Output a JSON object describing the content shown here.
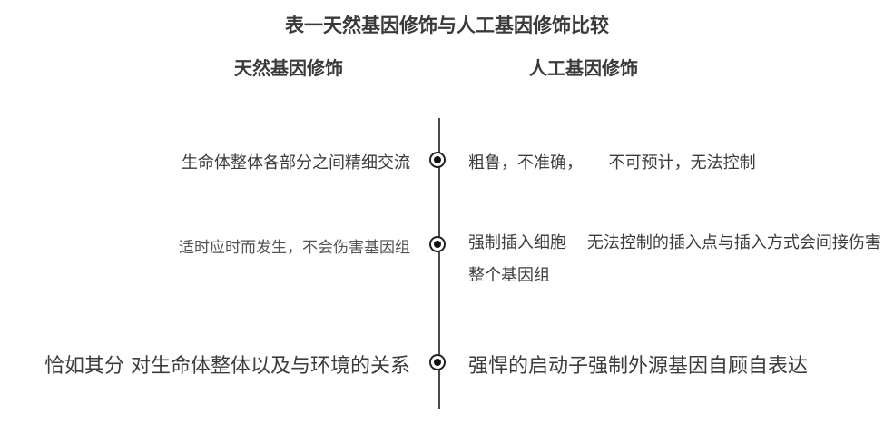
{
  "title": "表一天然基因修饰与人工基因修饰比较",
  "columns": {
    "left": "天然基因修饰",
    "right": "人工基因修饰"
  },
  "rows": [
    {
      "left": "生命体整体各部分之间精细交流",
      "right": "粗鲁，不准确，     不可预计，无法控制"
    },
    {
      "left": "适时应时而发生，不会伤害基因组",
      "right": "强制插入细胞    无法控制的插入点与插入方式会间接伤害整个基因组"
    },
    {
      "left": "恰如其分 对生命体整体以及与环境的关系",
      "right": "强悍的启动子强制外源基因自顾自表达"
    }
  ],
  "colors": {
    "text": "#3c3c3c",
    "axis": "#4a4a4a",
    "node": "#111111"
  }
}
